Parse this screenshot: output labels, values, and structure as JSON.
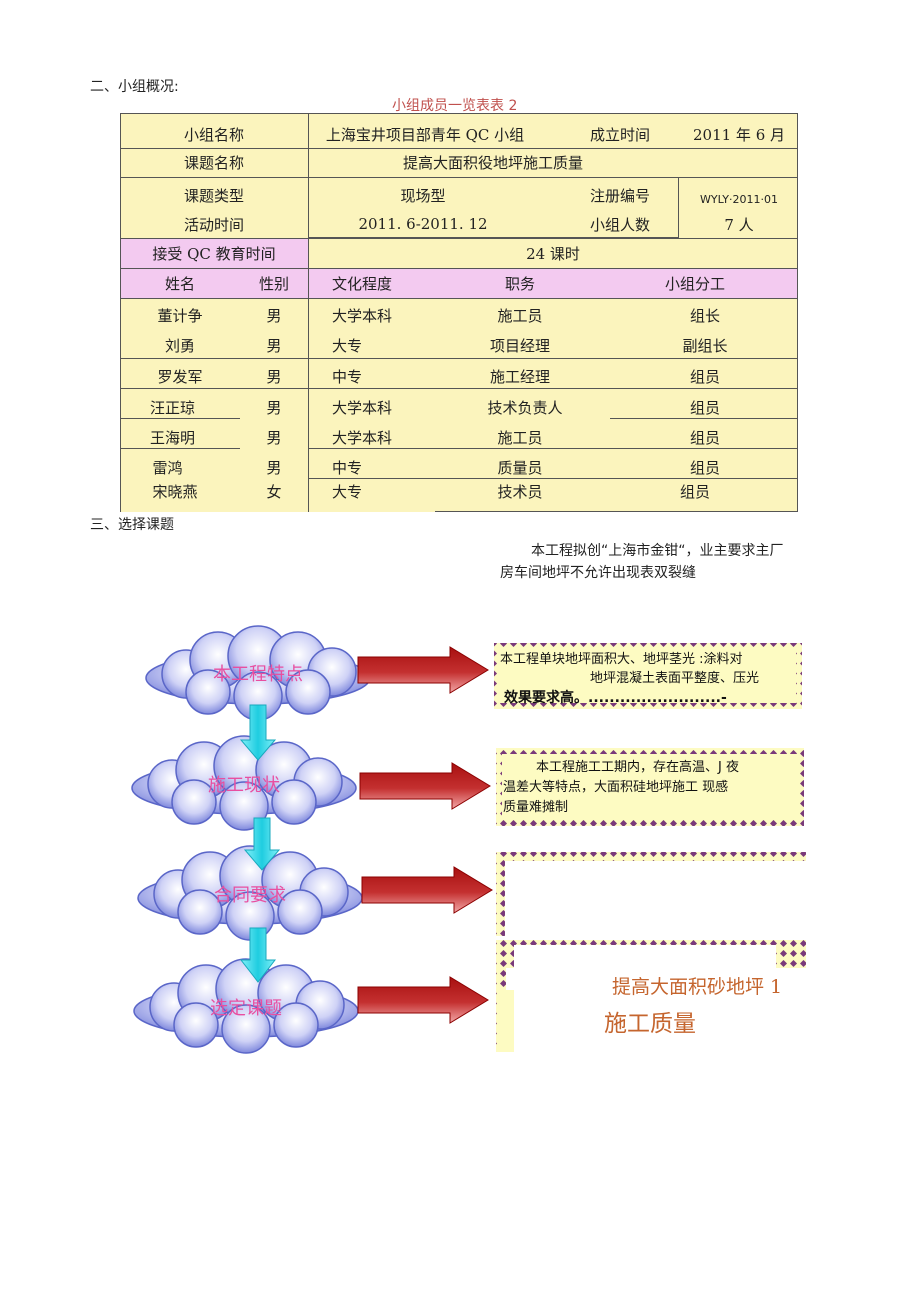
{
  "section2": {
    "heading": "二、小组概况:"
  },
  "table": {
    "caption": "小组成员一览表表 2",
    "name_label": "小组名称",
    "name_value": "上海宝井项目部青年 QC 小组",
    "founded_label": "成立时间",
    "founded_value": "2011 年 6 月",
    "topic_label": "课题名称",
    "topic_value": "提高大面积役地坪施工质量",
    "type_label": "课题类型",
    "type_value": "现场型",
    "reg_label": "注册编号",
    "reg_value": "WYLY·2011·01",
    "period_label": "活动时间",
    "period_value": "2011. 6-2011. 12",
    "count_label": "小组人数",
    "count_value": "7 人",
    "edu_label": "接受 QC 教育时间",
    "edu_value": "24 课时",
    "headers": [
      "姓名",
      "性别",
      "文化程度",
      "职务",
      "小组分工"
    ],
    "members": [
      {
        "name": "董计争",
        "gender": "男",
        "education": "大学本科",
        "position": "施工员",
        "role": "组长"
      },
      {
        "name": "刘勇",
        "gender": "男",
        "education": "大专",
        "position": "项目经理",
        "role": "副组长"
      },
      {
        "name": "罗发军",
        "gender": "男",
        "education": "中专",
        "position": "施工经理",
        "role": "组员"
      },
      {
        "name": "汪正琼",
        "gender": "男",
        "education": "大学本科",
        "position": "技术负责人",
        "role": "组员"
      },
      {
        "name": "王海明",
        "gender": "男",
        "education": "大学本科",
        "position": "施工员",
        "role": "组员"
      },
      {
        "name": "雷鸿",
        "gender": "男",
        "education": "中专",
        "position": "质量员",
        "role": "组员"
      },
      {
        "name": "宋晓燕",
        "gender": "女",
        "education": "大专",
        "position": "技术员",
        "role": "组员"
      }
    ]
  },
  "section3": {
    "heading": "三、选择课题",
    "intro_line1": "本工程拟创“上海市金钳“，业主要求主厂",
    "intro_line2": "房车间地坪不允许出现表双裂缝"
  },
  "flow": {
    "steps": [
      "本工程特点",
      "施工现状",
      "合同要求",
      "选定课题"
    ],
    "box1_line1": "本工程单块地坪面积大、地坪茎光 :涂料对",
    "box1_line2": "地坪混凝土表面平整度、压光",
    "box1_line3": "效果要求高。.........................-",
    "box2_line1": "本工程施工工期内，存在高温、J 夜",
    "box2_line2": "温差大等特点，大面积硅地坪施工 现感",
    "box2_line3": "质量难摊制",
    "result_line1": "提高大面积砂地坪 1",
    "result_line2": "施工质量"
  },
  "colors": {
    "table_bg": "#fbf4bd",
    "table_pink": "#f3caf0",
    "caption_red": "#c0504d",
    "cloud_text": "#e84fa0",
    "arrow_red": "#a81010",
    "down_arrow": "#2ed6e6",
    "box_fill": "#fdfbc2",
    "box_border": "#7a3a7a",
    "result_text": "#c5652e"
  }
}
